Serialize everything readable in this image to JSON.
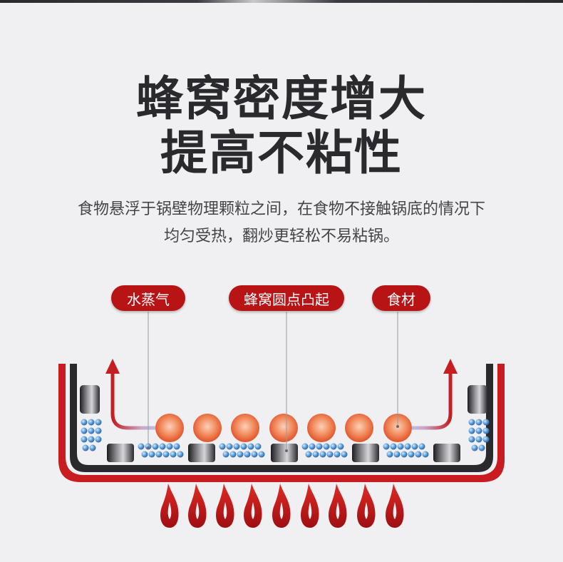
{
  "heading": {
    "line1": "蜂窝密度增大",
    "line2": "提高不粘性"
  },
  "description": {
    "line1": "食物悬浮于锅壁物理颗粒之间，在食物不接触锅底的情况下",
    "line2": "均匀受热，翻炒更轻松不易粘锅。"
  },
  "labels": {
    "steam": "水蒸气",
    "honeycomb_dots": "蜂窝圆点凸起",
    "food": "食材"
  },
  "colors": {
    "accent_red": "#b81416",
    "pan_dark": "#2a2a2e",
    "food_orange": "#ef6a3c",
    "particle_blue": "#4a8fd0",
    "background": "#f0f0f2"
  }
}
